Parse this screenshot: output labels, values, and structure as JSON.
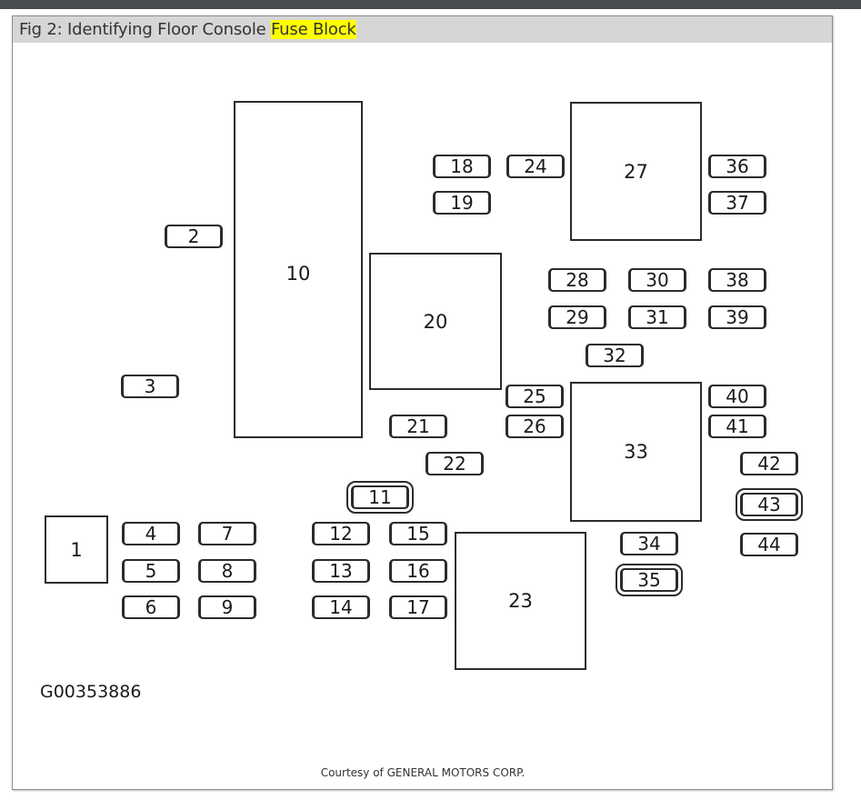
{
  "caption": {
    "prefix": "Fig 2: Identifying Floor Console ",
    "highlight": "Fuse Block"
  },
  "relays": {
    "r1": "1",
    "r10": "10",
    "r20": "20",
    "r23": "23",
    "r27": "27",
    "r33": "33"
  },
  "fuses": {
    "f2": "2",
    "f3": "3",
    "f4": "4",
    "f5": "5",
    "f6": "6",
    "f7": "7",
    "f8": "8",
    "f9": "9",
    "f11": "11",
    "f12": "12",
    "f13": "13",
    "f14": "14",
    "f15": "15",
    "f16": "16",
    "f17": "17",
    "f18": "18",
    "f19": "19",
    "f21": "21",
    "f22": "22",
    "f24": "24",
    "f25": "25",
    "f26": "26",
    "f28": "28",
    "f29": "29",
    "f30": "30",
    "f31": "31",
    "f32": "32",
    "f34": "34",
    "f35": "35",
    "f36": "36",
    "f37": "37",
    "f38": "38",
    "f39": "39",
    "f40": "40",
    "f41": "41",
    "f42": "42",
    "f43": "43",
    "f44": "44"
  },
  "figure_code": "G00353886",
  "courtesy": "Courtesy of GENERAL MOTORS CORP."
}
